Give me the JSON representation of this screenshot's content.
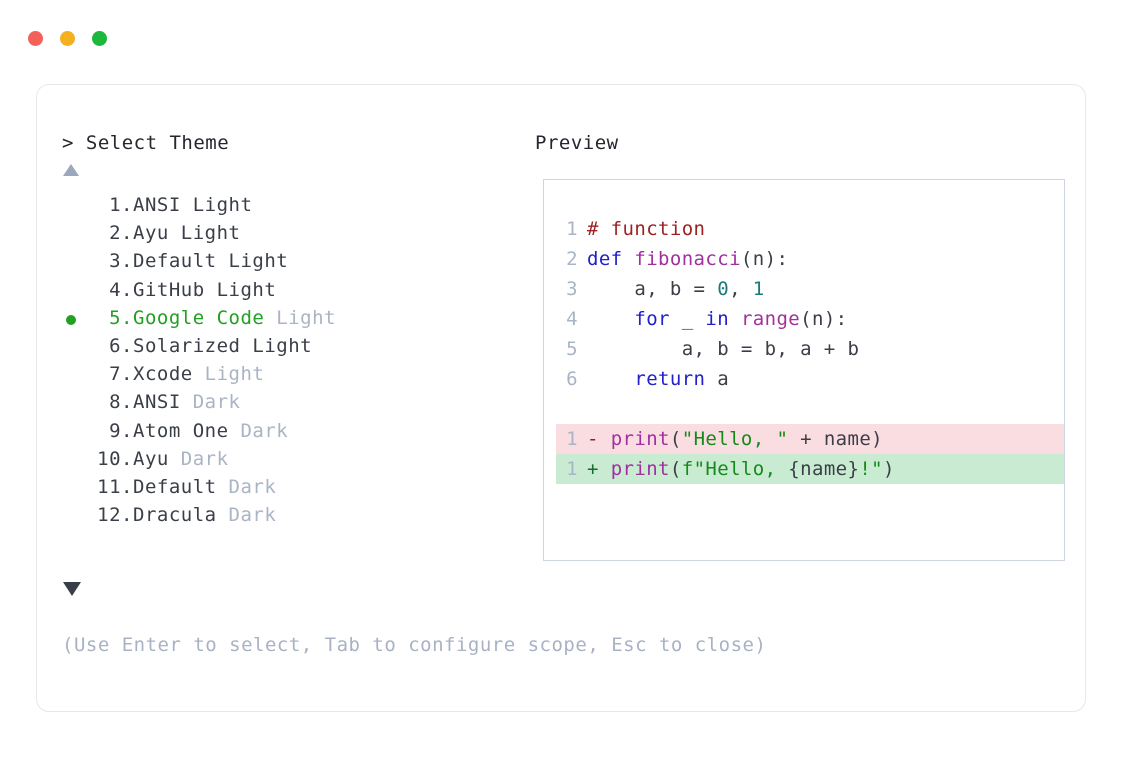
{
  "window": {
    "dots": [
      {
        "name": "close-dot",
        "color": "#F4605A"
      },
      {
        "name": "minimize-dot",
        "color": "#F5B01F"
      },
      {
        "name": "maximize-dot",
        "color": "#1CB83C"
      }
    ]
  },
  "prompt": {
    "header": "> Select Theme",
    "scroll_up_icon": "triangle-up-icon",
    "scroll_down_icon": "triangle-down-icon",
    "help": "(Use Enter to select, Tab to configure scope, Esc to close)"
  },
  "themes": [
    {
      "num": "1.",
      "name": "ANSI",
      "variant": "Light",
      "selected": false,
      "variant_dim": false
    },
    {
      "num": "2.",
      "name": "Ayu",
      "variant": "Light",
      "selected": false,
      "variant_dim": false
    },
    {
      "num": "3.",
      "name": "Default",
      "variant": "Light",
      "selected": false,
      "variant_dim": false
    },
    {
      "num": "4.",
      "name": "GitHub",
      "variant": "Light",
      "selected": false,
      "variant_dim": false
    },
    {
      "num": "5.",
      "name": "Google Code",
      "variant": "Light",
      "selected": true,
      "variant_dim": true
    },
    {
      "num": "6.",
      "name": "Solarized",
      "variant": "Light",
      "selected": false,
      "variant_dim": false
    },
    {
      "num": "7.",
      "name": "Xcode",
      "variant": "Light",
      "selected": false,
      "variant_dim": true
    },
    {
      "num": "8.",
      "name": "ANSI",
      "variant": "Dark",
      "selected": false,
      "variant_dim": true
    },
    {
      "num": "9.",
      "name": "Atom One",
      "variant": "Dark",
      "selected": false,
      "variant_dim": true
    },
    {
      "num": "10.",
      "name": "Ayu",
      "variant": "Dark",
      "selected": false,
      "variant_dim": true
    },
    {
      "num": "11.",
      "name": "Default",
      "variant": "Dark",
      "selected": false,
      "variant_dim": true
    },
    {
      "num": "12.",
      "name": "Dracula",
      "variant": "Dark",
      "selected": false,
      "variant_dim": true
    }
  ],
  "preview": {
    "label": "Preview",
    "code_lines": [
      {
        "no": "1",
        "tokens": [
          {
            "t": "# function",
            "c": "comment"
          }
        ]
      },
      {
        "no": "2",
        "tokens": [
          {
            "t": "def ",
            "c": "keyword"
          },
          {
            "t": "fibonacci",
            "c": "func"
          },
          {
            "t": "(n):",
            "c": "punct"
          }
        ]
      },
      {
        "no": "3",
        "tokens": [
          {
            "t": "    a, b = ",
            "c": "plain"
          },
          {
            "t": "0",
            "c": "num"
          },
          {
            "t": ", ",
            "c": "plain"
          },
          {
            "t": "1",
            "c": "num"
          }
        ]
      },
      {
        "no": "4",
        "tokens": [
          {
            "t": "    ",
            "c": "plain"
          },
          {
            "t": "for",
            "c": "keyword"
          },
          {
            "t": " _ ",
            "c": "plain"
          },
          {
            "t": "in",
            "c": "keyword"
          },
          {
            "t": " ",
            "c": "plain"
          },
          {
            "t": "range",
            "c": "func"
          },
          {
            "t": "(n):",
            "c": "punct"
          }
        ]
      },
      {
        "no": "5",
        "tokens": [
          {
            "t": "        a, b = b, a + b",
            "c": "plain"
          }
        ]
      },
      {
        "no": "6",
        "tokens": [
          {
            "t": "    ",
            "c": "plain"
          },
          {
            "t": "return",
            "c": "keyword"
          },
          {
            "t": " a",
            "c": "plain"
          }
        ]
      }
    ],
    "diff_lines": [
      {
        "no": "1",
        "kind": "del",
        "mark": "-",
        "tokens": [
          {
            "t": "print",
            "c": "func"
          },
          {
            "t": "(",
            "c": "punct"
          },
          {
            "t": "\"Hello, \"",
            "c": "string"
          },
          {
            "t": " + name)",
            "c": "plain"
          }
        ]
      },
      {
        "no": "1",
        "kind": "add",
        "mark": "+",
        "tokens": [
          {
            "t": "print",
            "c": "func"
          },
          {
            "t": "(",
            "c": "punct"
          },
          {
            "t": "f\"Hello, ",
            "c": "string"
          },
          {
            "t": "{name}",
            "c": "plain"
          },
          {
            "t": "!\"",
            "c": "string"
          },
          {
            "t": ")",
            "c": "punct"
          }
        ]
      }
    ]
  },
  "colors": {
    "accent_green": "#22A022",
    "dim_gray": "#AAB4C4",
    "text": "#3A3F47",
    "diff_del_bg": "#FADDE1",
    "diff_add_bg": "#C9EBD2",
    "panel_border": "#CFD6DF",
    "card_border": "#E6E8EB"
  }
}
